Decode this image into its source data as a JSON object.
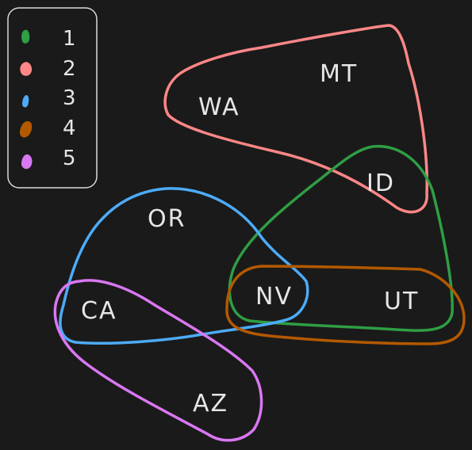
{
  "legend": {
    "items": [
      {
        "label": "1",
        "color": "#2f9e44"
      },
      {
        "label": "2",
        "color": "#ff8787"
      },
      {
        "label": "3",
        "color": "#4dabf7"
      },
      {
        "label": "4",
        "color": "#b35900"
      },
      {
        "label": "5",
        "color": "#da77f2"
      }
    ]
  },
  "nodes": {
    "wa": "WA",
    "mt": "MT",
    "id": "ID",
    "or": "OR",
    "nv": "NV",
    "ut": "UT",
    "ca": "CA",
    "az": "AZ"
  },
  "hyperedges": [
    {
      "legend": "1",
      "members": [
        "ID",
        "NV",
        "UT"
      ],
      "color": "#2f9e44"
    },
    {
      "legend": "2",
      "members": [
        "WA",
        "MT",
        "ID"
      ],
      "color": "#ff8787"
    },
    {
      "legend": "3",
      "members": [
        "OR",
        "CA",
        "NV"
      ],
      "color": "#4dabf7"
    },
    {
      "legend": "4",
      "members": [
        "NV",
        "UT"
      ],
      "color": "#b35900"
    },
    {
      "legend": "5",
      "members": [
        "CA",
        "AZ"
      ],
      "color": "#da77f2"
    }
  ]
}
